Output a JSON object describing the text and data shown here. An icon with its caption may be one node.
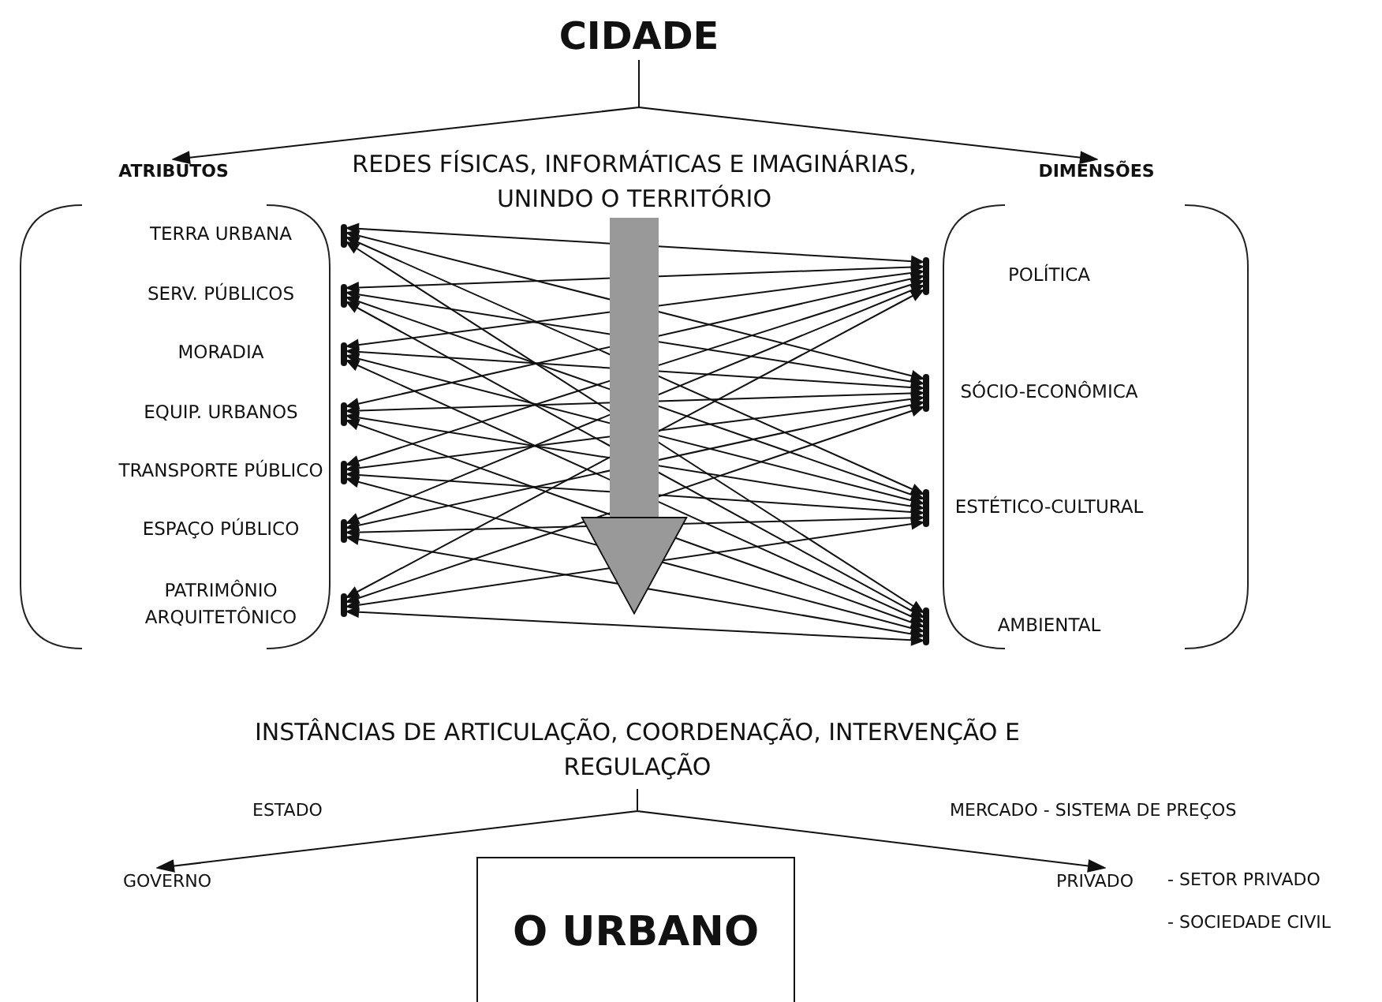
{
  "diagram": {
    "nodes": [
      {
        "text": [
          "CIDADE"
        ]
      },
      {
        "text": [
          "ATRIBUTOS"
        ]
      },
      {
        "text": [
          "TERRA URBANA"
        ],
        "in": 1
      },
      {
        "text": [
          "SERV. PÚBLICOS"
        ],
        "in": 1
      },
      {
        "text": [
          "MORADIA"
        ],
        "in": 1
      },
      {
        "text": [
          "EQUIP. URBANOS"
        ],
        "in": 1
      },
      {
        "text": [
          "TRANSPORTE PÚBLICO"
        ],
        "in": 1
      },
      {
        "text": [
          "ESPAÇO PÚBLICO"
        ],
        "in": 1
      },
      {
        "text": [
          "PATRIMÔNIO ARQUITETÔNICO"
        ],
        "in": 1
      },
      {
        "text": [
          "DIMENSÕES"
        ]
      },
      {
        "text": [
          "POLÍTICA"
        ],
        "in": 9
      },
      {
        "text": [
          "SÓCIO-ECONÔMICA"
        ],
        "in": 9
      },
      {
        "text": [
          "ESTÉTICO-CULTURAL"
        ],
        "in": 9
      },
      {
        "text": [
          "AMBIENTAL"
        ],
        "in": 9
      },
      {
        "text": [
          "REDES FÍSICAS, INFORMÁTICAS E IMAGINÁRIAS, UNINDO O TERRITÓRIO"
        ]
      },
      {
        "text": [
          "INSTÂNCIAS DE ARTICULAÇÃO, COORDENAÇÃO, INTERVENÇÃO E REGULAÇÃO"
        ]
      },
      {
        "text": [
          "GOVERNO"
        ]
      },
      {
        "text": [
          "PRIVADO"
        ],
        "beside": [
          "- SETOR PRIVADO",
          "- SOCIEDADE CIVIL"
        ]
      },
      {
        "text": [
          "O URBANO"
        ]
      }
    ],
    "edges": [
      {
        "from": 0,
        "to": 1,
        "arrow": "to"
      },
      {
        "from": 0,
        "to": 9,
        "arrow": "to"
      },
      {
        "from": 2,
        "to": 10,
        "arrow": "both"
      },
      {
        "from": 2,
        "to": 11,
        "arrow": "both"
      },
      {
        "from": 2,
        "to": 12,
        "arrow": "both"
      },
      {
        "from": 2,
        "to": 13,
        "arrow": "both"
      },
      {
        "from": 3,
        "to": 10,
        "arrow": "both"
      },
      {
        "from": 3,
        "to": 11,
        "arrow": "both"
      },
      {
        "from": 3,
        "to": 12,
        "arrow": "both"
      },
      {
        "from": 3,
        "to": 13,
        "arrow": "both"
      },
      {
        "from": 4,
        "to": 10,
        "arrow": "both"
      },
      {
        "from": 4,
        "to": 11,
        "arrow": "both"
      },
      {
        "from": 4,
        "to": 12,
        "arrow": "both"
      },
      {
        "from": 4,
        "to": 13,
        "arrow": "both"
      },
      {
        "from": 5,
        "to": 10,
        "arrow": "both"
      },
      {
        "from": 5,
        "to": 11,
        "arrow": "both"
      },
      {
        "from": 5,
        "to": 12,
        "arrow": "both"
      },
      {
        "from": 5,
        "to": 13,
        "arrow": "both"
      },
      {
        "from": 6,
        "to": 10,
        "arrow": "both"
      },
      {
        "from": 6,
        "to": 11,
        "arrow": "both"
      },
      {
        "from": 6,
        "to": 12,
        "arrow": "both"
      },
      {
        "from": 6,
        "to": 13,
        "arrow": "both"
      },
      {
        "from": 7,
        "to": 10,
        "arrow": "both"
      },
      {
        "from": 7,
        "to": 11,
        "arrow": "both"
      },
      {
        "from": 7,
        "to": 12,
        "arrow": "both"
      },
      {
        "from": 7,
        "to": 13,
        "arrow": "both"
      },
      {
        "from": 8,
        "to": 10,
        "arrow": "both"
      },
      {
        "from": 8,
        "to": 11,
        "arrow": "both"
      },
      {
        "from": 8,
        "to": 12,
        "arrow": "both"
      },
      {
        "from": 8,
        "to": 13,
        "arrow": "both"
      },
      {
        "from": 14,
        "to": null,
        "arrow": "to",
        "style": "thick",
        "color": "#999999"
      },
      {
        "from": 15,
        "to": 16,
        "arrow": "to",
        "label": "ESTADO"
      },
      {
        "from": 15,
        "to": 17,
        "arrow": "to",
        "label": "MERCADO - SISTEMA DE PREÇOS"
      }
    ]
  }
}
